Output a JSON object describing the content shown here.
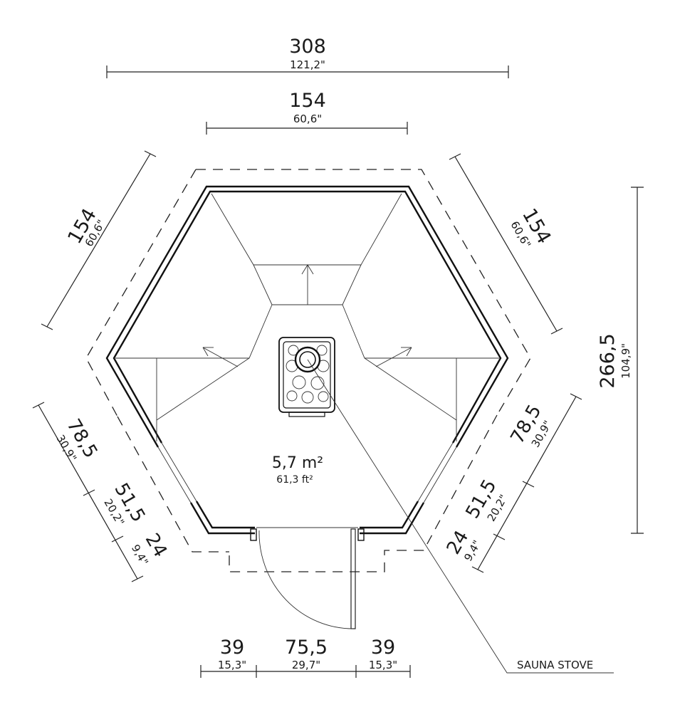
{
  "dimensions": {
    "overall_width": {
      "cm": "308",
      "in": "121,2\""
    },
    "front_wall": {
      "cm": "154",
      "in": "60,6\""
    },
    "side_upper_left": {
      "cm": "154",
      "in": "60,6\""
    },
    "side_upper_right": {
      "cm": "154",
      "in": "60,6\""
    },
    "overall_depth": {
      "cm": "266,5",
      "in": "104,9\""
    },
    "left_lower": [
      {
        "cm": "78,5",
        "in": "30,9\""
      },
      {
        "cm": "51,5",
        "in": "20,2\""
      },
      {
        "cm": "24",
        "in": "9,4\""
      }
    ],
    "right_lower": [
      {
        "cm": "78,5",
        "in": "30,9\""
      },
      {
        "cm": "51,5",
        "in": "20,2\""
      },
      {
        "cm": "24",
        "in": "9,4\""
      }
    ],
    "bottom": [
      {
        "cm": "39",
        "in": "15,3\""
      },
      {
        "cm": "75,5",
        "in": "29,7\""
      },
      {
        "cm": "39",
        "in": "15,3\""
      }
    ]
  },
  "area": {
    "metric": "5,7 m²",
    "imperial": "61,3 ft²"
  },
  "callout": {
    "label": "SAUNA STOVE"
  }
}
